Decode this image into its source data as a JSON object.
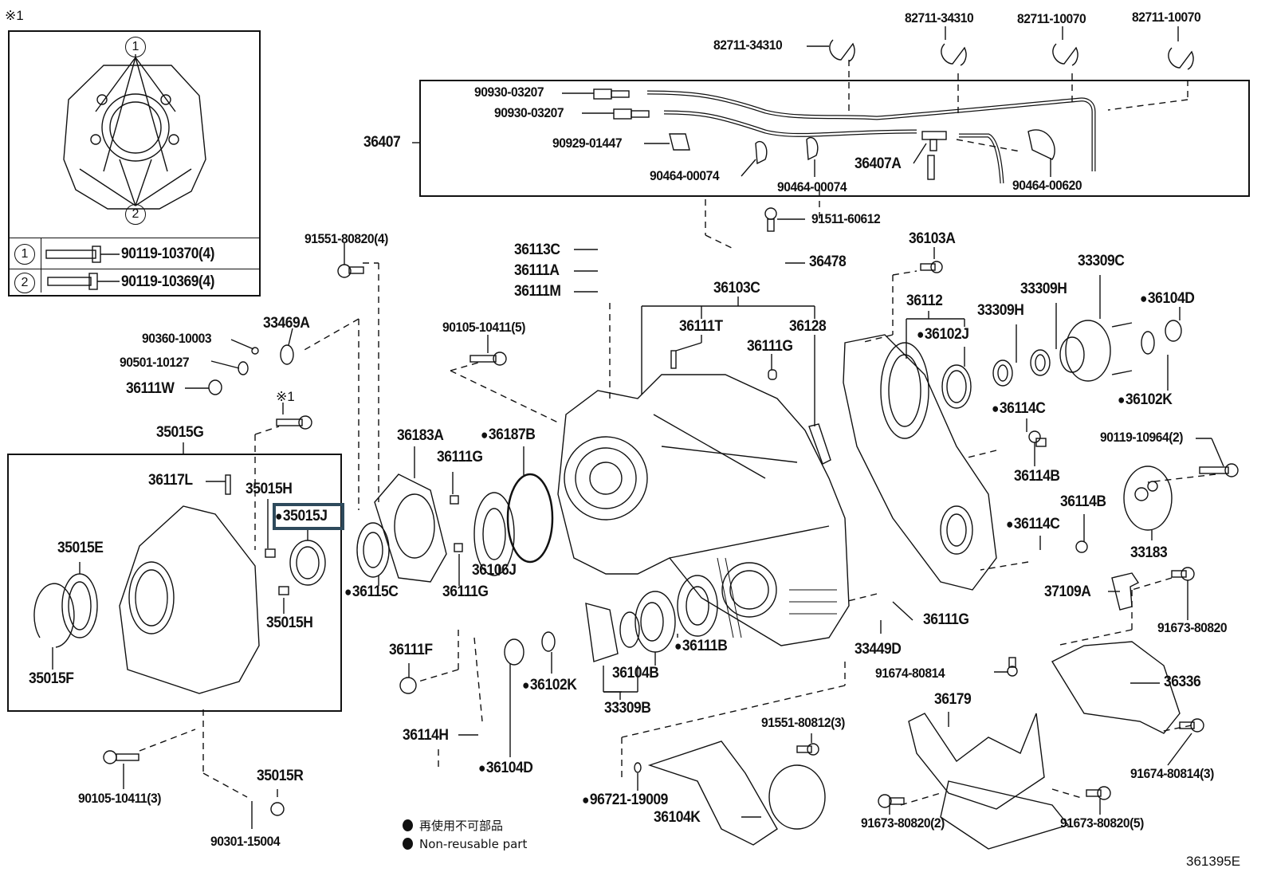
{
  "diagram": {
    "figure_code": "361395E",
    "note_symbol": "※1",
    "legend": {
      "marker": "●",
      "japanese": "再使用不可部品",
      "english": "Non-reusable part"
    },
    "inset": {
      "title": "※1",
      "callouts": [
        "1",
        "2"
      ],
      "table": [
        {
          "key": "1",
          "part": "90119-10370(4)"
        },
        {
          "key": "2",
          "part": "90119-10369(4)"
        }
      ]
    },
    "highlighted_part": "35015J",
    "groups": {
      "36407": "36407",
      "35015G": "35015G",
      "36103C": "36103C",
      "36112": "36112",
      "33309B": "33309B"
    },
    "labels": {
      "p82711_34310_a": "82711-34310",
      "p82711_34310_b": "82711-34310",
      "p82711_10070_a": "82711-10070",
      "p82711_10070_b": "82711-10070",
      "p90930_03207_a": "90930-03207",
      "p90930_03207_b": "90930-03207",
      "p90929_01447": "90929-01447",
      "p90464_00074_a": "90464-00074",
      "p90464_00074_b": "90464-00074",
      "p36407A": "36407A",
      "p90464_00620": "90464-00620",
      "p91511_60612": "91511-60612",
      "p36478": "36478",
      "p36103A": "36103A",
      "p91551_80820_4": "91551-80820(4)",
      "p36113C": "36113C",
      "p36111A": "36111A",
      "p36111M": "36111M",
      "p90105_10411_5": "90105-10411(5)",
      "p36111T": "36111T",
      "p36128": "36128",
      "p36111G_top": "36111G",
      "p36102J": "36102J",
      "p33309H_a": "33309H",
      "p33309H_b": "33309H",
      "p33309C": "33309C",
      "p36104D_right": "36104D",
      "p36102K_right": "36102K",
      "p36114C_a": "36114C",
      "p36114B_a": "36114B",
      "p90119_10964_2": "90119-10964(2)",
      "p36114B_b": "36114B",
      "p36114C_b": "36114C",
      "p33183": "33183",
      "p37109A": "37109A",
      "p91673_80820": "91673-80820",
      "p36111G_right": "36111G",
      "p33449D": "33449D",
      "p91674_80814": "91674-80814",
      "p36336": "36336",
      "p36179": "36179",
      "p91674_80814_3": "91674-80814(3)",
      "p91673_80820_2": "91673-80820(2)",
      "p91673_80820_5": "91673-80820(5)",
      "p90360_10003": "90360-10003",
      "p33469A": "33469A",
      "p90501_10127": "90501-10127",
      "p36111W": "36111W",
      "p36117L": "36117L",
      "p35015H_a": "35015H",
      "p35015J": "35015J",
      "p35015E": "35015E",
      "p35015H_b": "35015H",
      "p35015F": "35015F",
      "p36183A": "36183A",
      "p36187B": "36187B",
      "p36111G_mid_a": "36111G",
      "p36111G_mid_b": "36111G",
      "p36115C": "36115C",
      "p36106J": "36106J",
      "p36111F": "36111F",
      "p36111B": "36111B",
      "p36104B": "36104B",
      "p36102K_bottom": "36102K",
      "p36114H": "36114H",
      "p36104D_bottom": "36104D",
      "p90105_10411_3": "90105-10411(3)",
      "p35015R": "35015R",
      "p90301_15004": "90301-15004",
      "p91551_80812_3": "91551-80812(3)",
      "p96721_19009": "96721-19009",
      "p36104K": "36104K"
    }
  }
}
